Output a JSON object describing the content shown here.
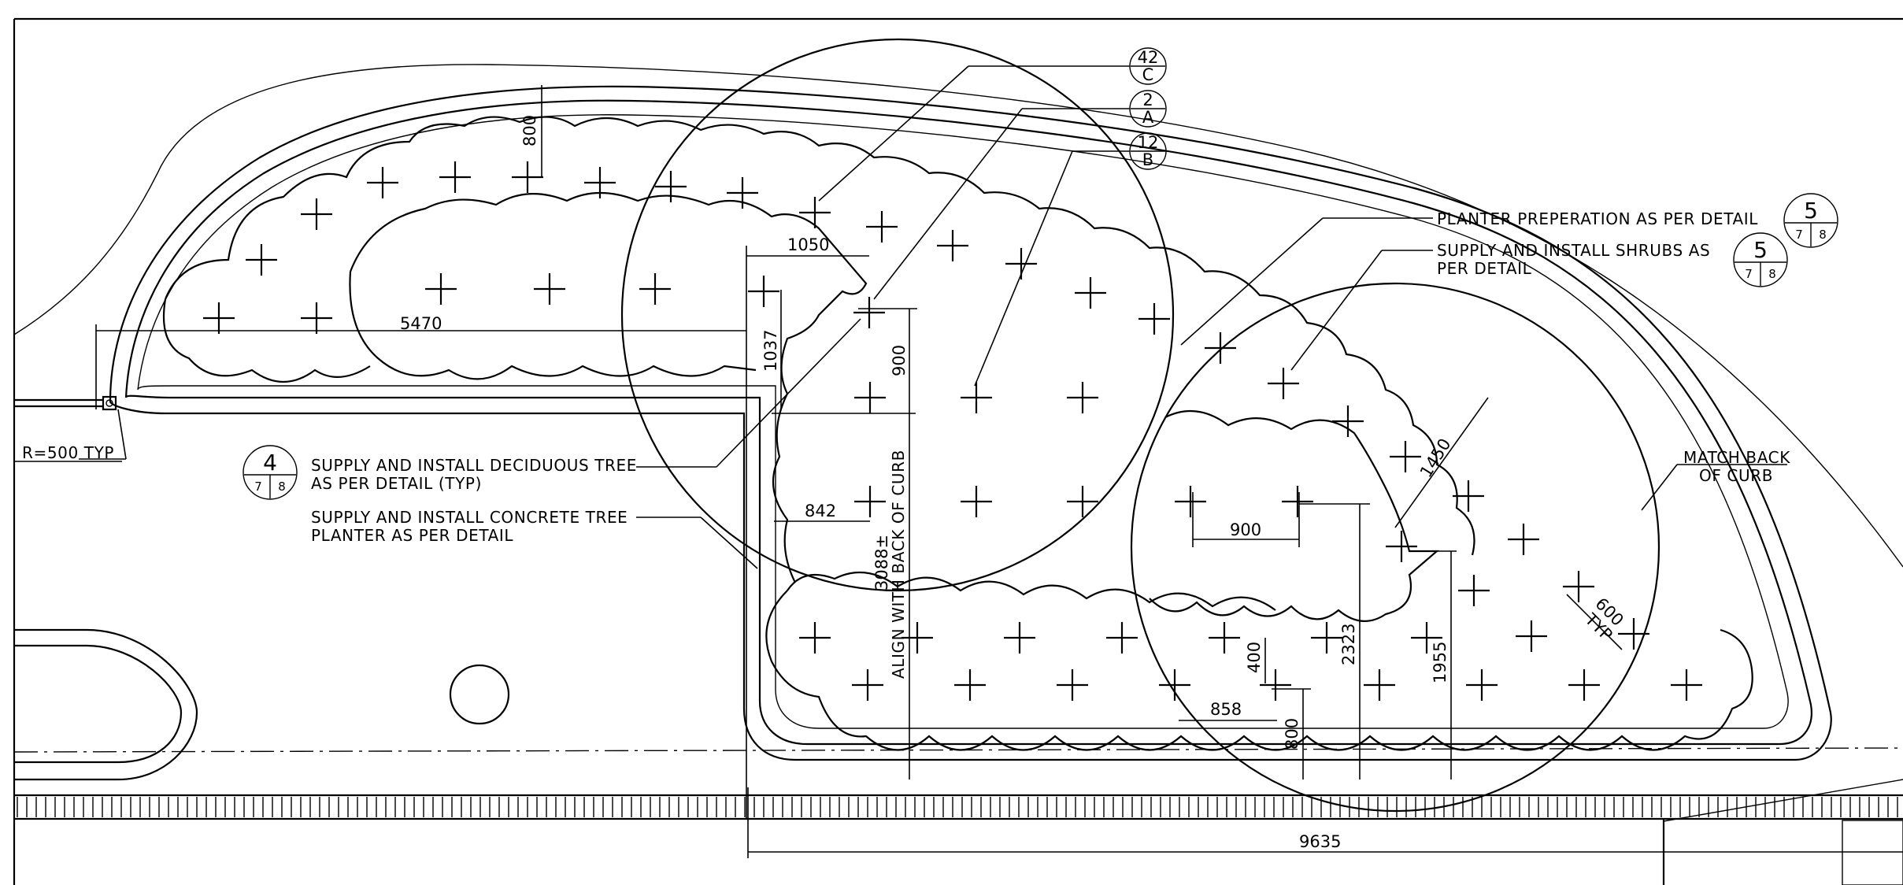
{
  "notes": {
    "radius": "R=500  TYP",
    "deciduous_line1": "SUPPLY AND INSTALL DECIDUOUS TREE",
    "deciduous_line2": "AS PER DETAIL (TYP)",
    "planter_line1": "SUPPLY AND INSTALL CONCRETE TREE",
    "planter_line2": "PLANTER AS PER DETAIL",
    "planter_prep": "PLANTER PREPERATION AS PER DETAIL",
    "shrubs_line1": "SUPPLY AND INSTALL SHRUBS AS",
    "shrubs_line2": "PER DETAIL",
    "match_line1": "MATCH BACK",
    "match_line2": "OF CURB",
    "align_curb": "ALIGN WITH BACK OF CURB"
  },
  "callouts": {
    "tree_42": {
      "top": "42",
      "bottom": "C"
    },
    "tree_2": {
      "top": "2",
      "bottom": "A"
    },
    "tree_12": {
      "top": "12",
      "bottom": "B"
    },
    "detail_prep": {
      "top": "5",
      "left": "7",
      "right": "8"
    },
    "detail_shrubs": {
      "top": "5",
      "left": "7",
      "right": "8"
    },
    "detail_deciduous": {
      "top": "4",
      "left": "7",
      "right": "8"
    }
  },
  "dimensions": {
    "d800_top": "800",
    "d1050": "1050",
    "d5470": "5470",
    "d1037": "1037",
    "d900_v": "900",
    "d842": "842",
    "d3088": "3088±",
    "d900_h": "900",
    "d1450": "1450",
    "d2323": "2323",
    "d1955": "1955",
    "d400": "400",
    "d858": "858",
    "d800_bottom": "800",
    "d600": "600",
    "d600_typ": "TYP",
    "d9635": "9635"
  }
}
